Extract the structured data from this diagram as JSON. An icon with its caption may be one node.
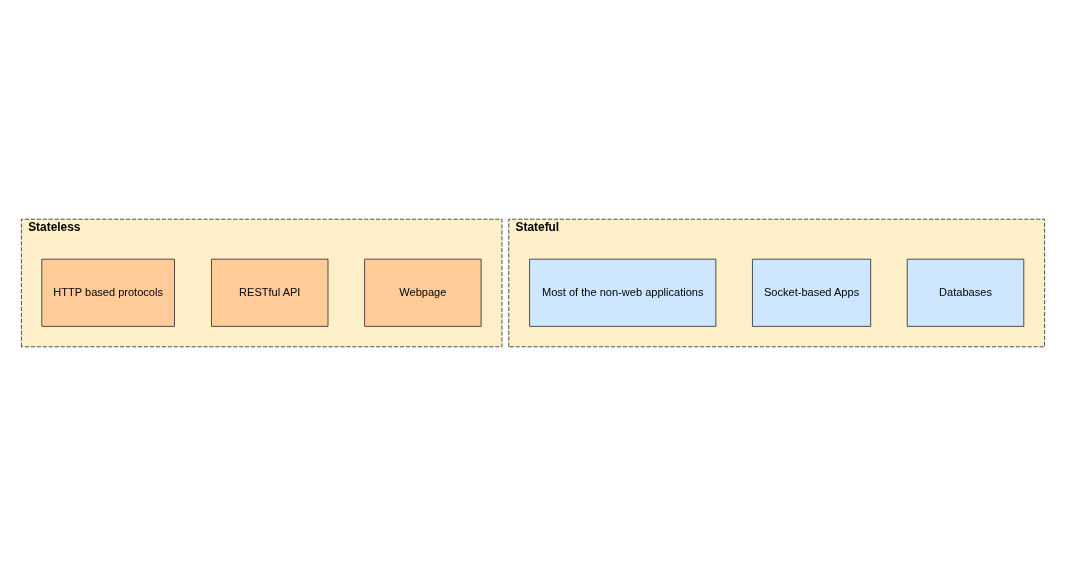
{
  "diagram": {
    "nodes": [
      {
        "text": [
          "Stateless"
        ]
      },
      {
        "text": [
          "Webpage"
        ],
        "in": 0
      },
      {
        "text": [
          "RESTful API"
        ],
        "in": 0
      },
      {
        "text": [
          "HTTP based protocols"
        ],
        "in": 0
      },
      {
        "text": [
          "Stateful"
        ]
      },
      {
        "text": [
          "Databases"
        ],
        "in": 4
      },
      {
        "text": [
          "Socket-based Apps"
        ],
        "in": 4
      },
      {
        "text": [
          "Most of the non-web applications"
        ],
        "in": 4
      }
    ]
  }
}
